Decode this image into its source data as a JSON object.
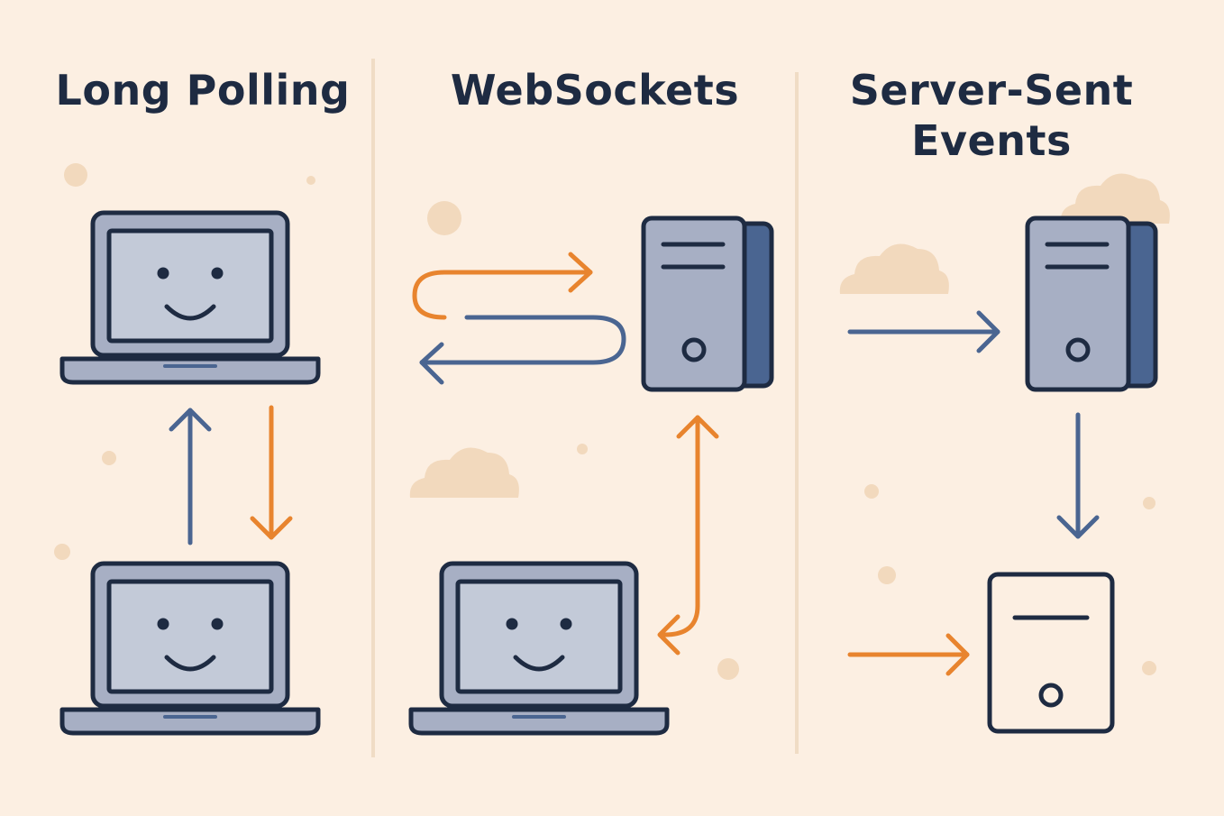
{
  "panels": [
    {
      "title": "Long Polling"
    },
    {
      "title": "WebSockets"
    },
    {
      "title": "Server-Sent Events"
    }
  ],
  "colors": {
    "background": "#fcefe2",
    "outline": "#1e2b42",
    "device_fill": "#a7afc4",
    "arrow_blue": "#4a6591",
    "arrow_orange": "#e8842e",
    "accent_light": "#f2d9bd"
  },
  "icons": [
    "laptop-icon",
    "server-icon",
    "arrow-icon",
    "cloud-icon",
    "smiley-face-icon"
  ]
}
